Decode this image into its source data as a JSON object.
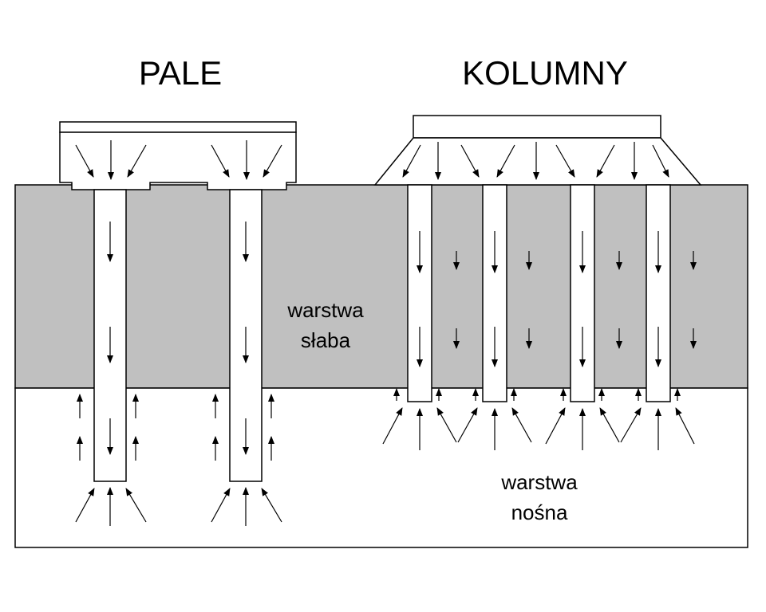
{
  "titles": {
    "piles": "PALE",
    "columns": "KOLUMNY"
  },
  "layers": {
    "weak": {
      "line1": "warstwa",
      "line2": "słaba",
      "color": "#c0c0c0"
    },
    "bearing": {
      "line1": "warstwa",
      "line2": "nośna",
      "color": "#ffffff"
    }
  },
  "colors": {
    "stroke": "#000000",
    "pile_fill": "#ffffff"
  }
}
